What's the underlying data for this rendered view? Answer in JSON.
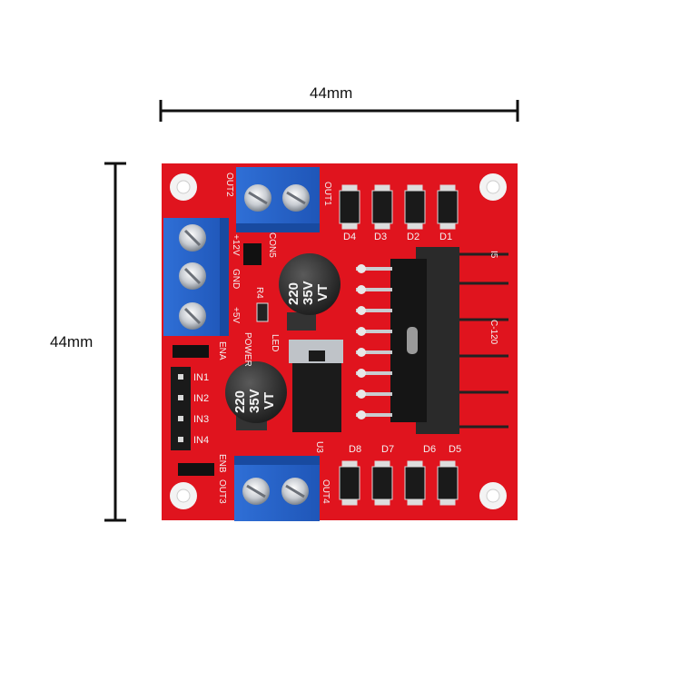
{
  "dimensions": {
    "width_label": "44mm",
    "height_label": "44mm"
  },
  "board": {
    "color": "#e0141e",
    "silkscreen": {
      "out1": "OUT1",
      "out2": "OUT2",
      "out3": "OUT3",
      "out4": "OUT4",
      "d1": "D1",
      "d2": "D2",
      "d3": "D3",
      "d4": "D4",
      "d5": "D5",
      "d6": "D6",
      "d7": "D7",
      "d8": "D8",
      "con5": "CON5",
      "plus12v": "+12V",
      "gnd": "GND",
      "plus5v": "+5V",
      "r4": "R4",
      "power": "POWER",
      "led": "LED",
      "ena": "ENA",
      "in1": "IN1",
      "in2": "IN2",
      "in3": "IN3",
      "in4": "IN4",
      "enb": "ENB",
      "u3": "U3",
      "i5": "I5",
      "ic": "C-120"
    },
    "capacitors": [
      {
        "line1": "220",
        "line2": "35V",
        "line3": "VT"
      },
      {
        "line1": "220",
        "line2": "35V",
        "line3": "VT"
      }
    ]
  }
}
